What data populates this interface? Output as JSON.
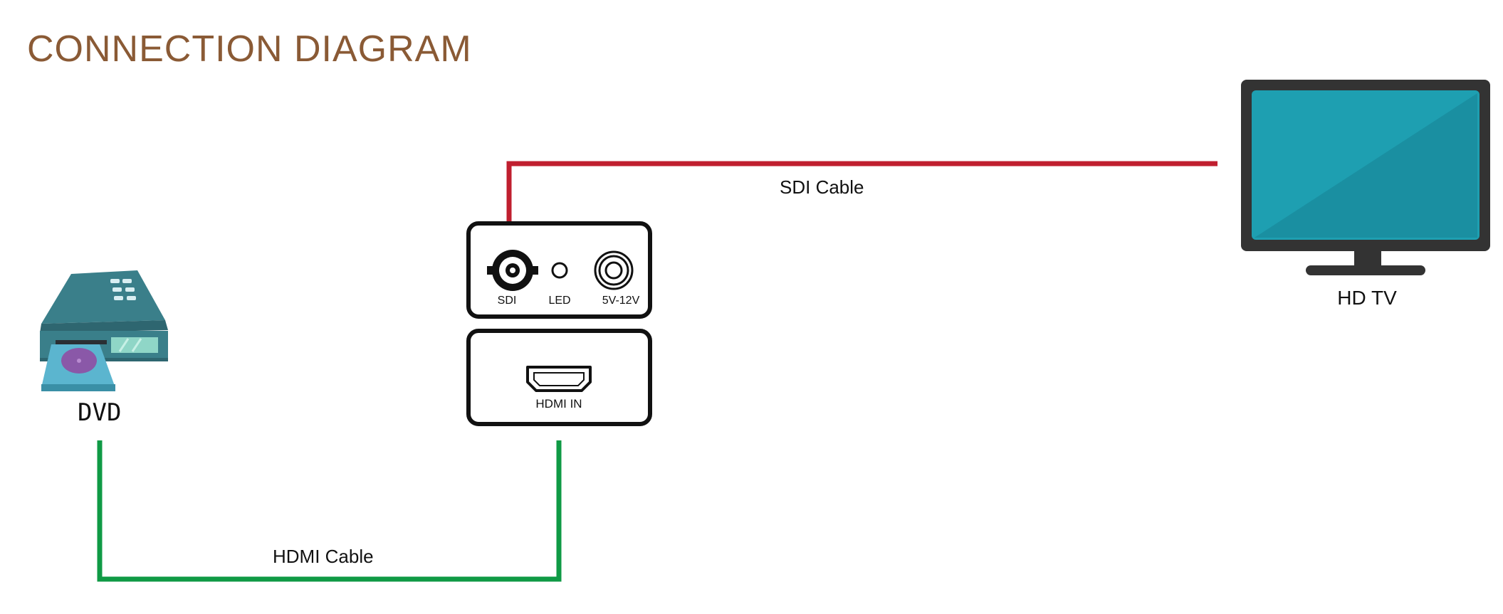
{
  "title": "CONNECTION DIAGRAM",
  "devices": {
    "dvd": {
      "label": "DVD"
    },
    "converter": {
      "port_sdi": "SDI",
      "port_led": "LED",
      "port_power": "5V-12V",
      "port_hdmi": "HDMI IN"
    },
    "tv": {
      "label": "HD TV"
    }
  },
  "cables": {
    "sdi": {
      "label": "SDI Cable",
      "color": "#c01f2f"
    },
    "hdmi": {
      "label": "HDMI Cable",
      "color": "#0f9a45"
    }
  },
  "colors": {
    "title": "#8a5a35",
    "tv_body": "#333333",
    "tv_screen": "#1e9fb1",
    "dvd_body": "#3a7f8a",
    "disc": "#8a58a8"
  },
  "icons": {
    "dvd": "dvd-player-icon",
    "tv": "tv-icon",
    "sdi_port": "bnc-connector-icon",
    "led": "led-indicator-icon",
    "power_port": "dc-power-jack-icon",
    "hdmi_port": "hdmi-port-icon"
  }
}
